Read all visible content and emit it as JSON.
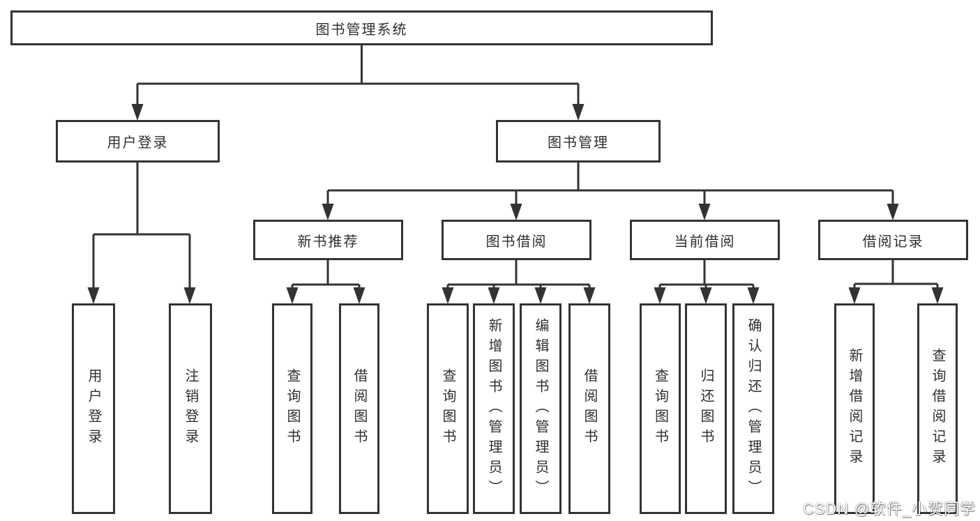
{
  "nodes": {
    "root": "图书管理系统",
    "userLogin": "用户登录",
    "bookMgmt": "图书管理",
    "newBookRec": "新书推荐",
    "bookBorrow": "图书借阅",
    "currentBorrow": "当前借阅",
    "borrowRecords": "借阅记录",
    "leaves": {
      "userLogin": [
        "用户登录",
        "注销登录"
      ],
      "newBookRec": [
        "查询图书",
        "借阅图书"
      ],
      "bookBorrow": [
        "查询图书",
        "新增图书（管理员）",
        "编辑图书（管理员）",
        "借阅图书"
      ],
      "currentBorrow": [
        "查询图书",
        "归还图书",
        "确认归还（管理员）"
      ],
      "borrowRecords": [
        "新增借阅记录",
        "查询借阅记录"
      ]
    }
  },
  "watermark": {
    "text": "CSDN @软件_小贺同学"
  },
  "colors": {
    "line": "#333333",
    "text": "#2f2f2f",
    "background": "#ffffff",
    "box_fill": "#ffffff",
    "watermark_fill": "#ffffff"
  }
}
